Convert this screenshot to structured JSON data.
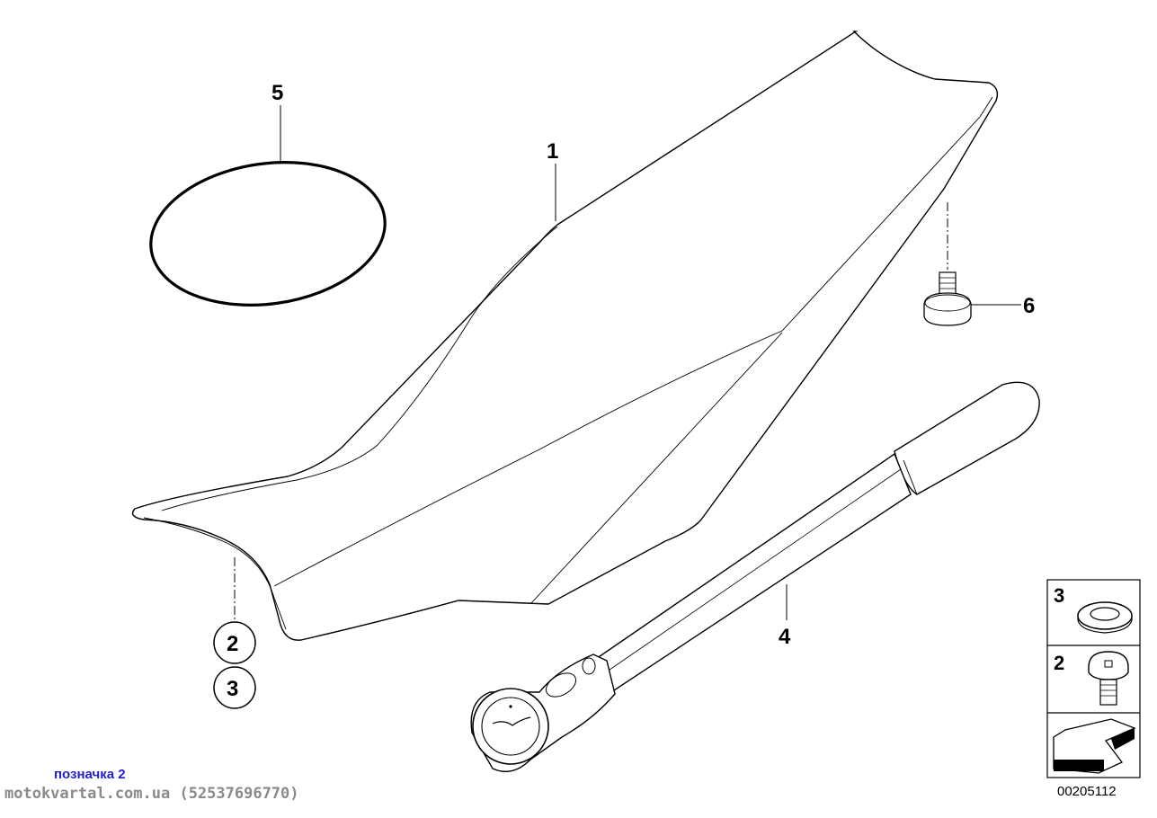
{
  "callouts": {
    "c1": "1",
    "c2": "2",
    "c3": "3",
    "c4": "4",
    "c5": "5",
    "c6": "6"
  },
  "legend": {
    "row1": "3",
    "row2": "2"
  },
  "footer": {
    "tag": "позначка 2",
    "site": "motokvartal.com.ua (52537696770)",
    "diagram_id": "00205112"
  }
}
